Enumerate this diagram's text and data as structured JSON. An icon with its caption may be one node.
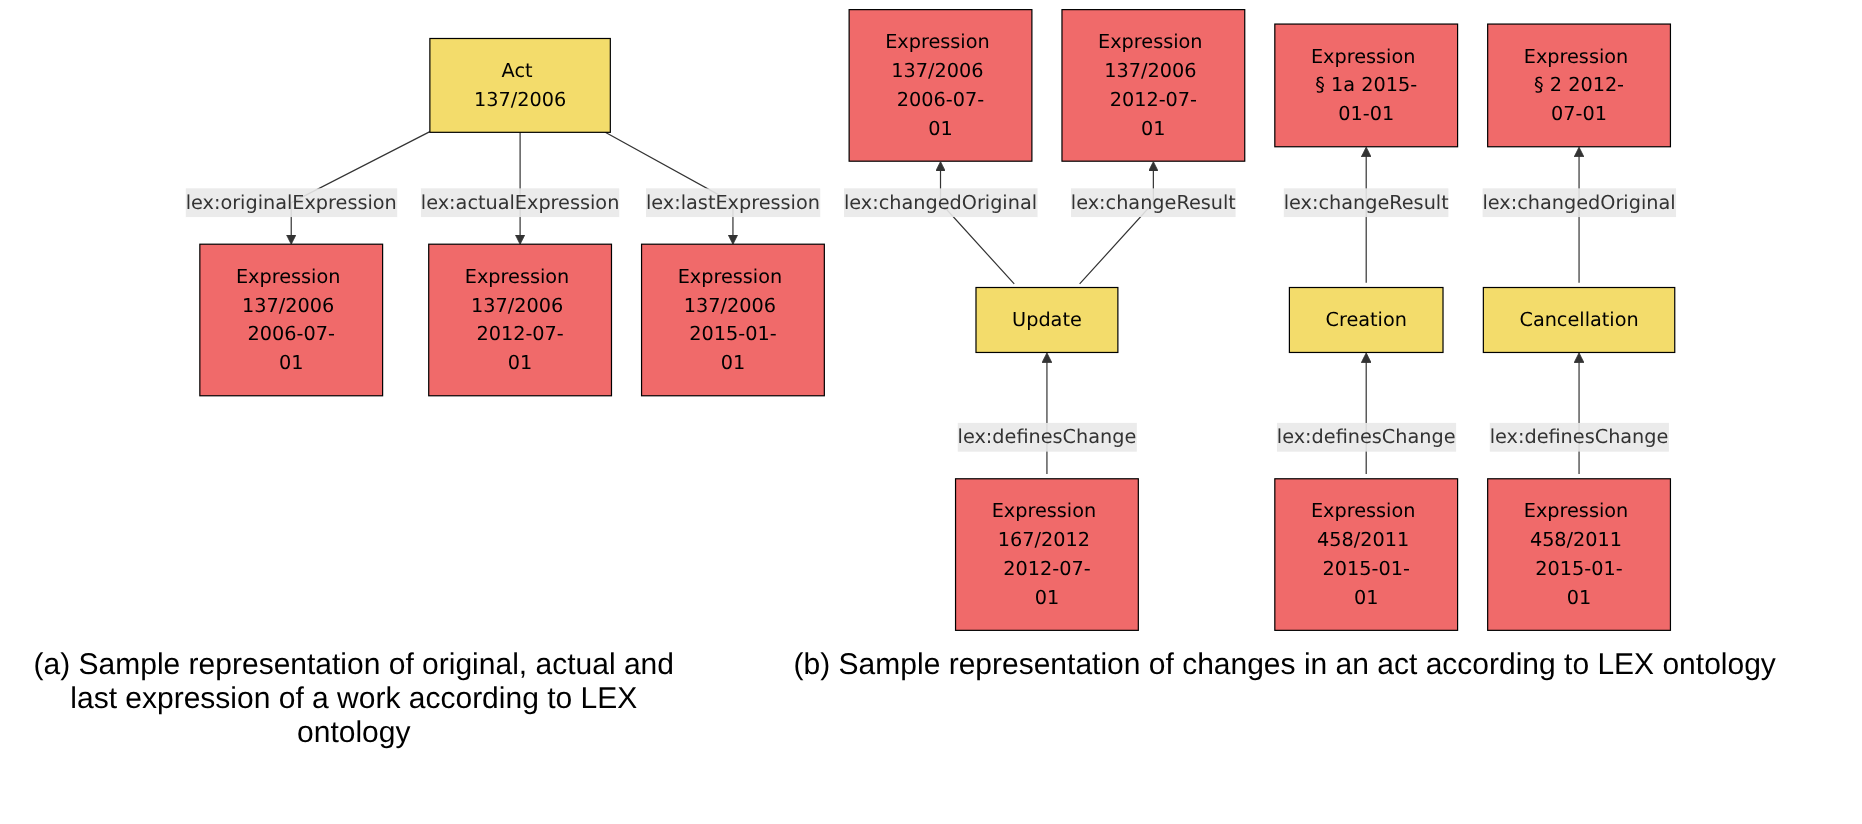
{
  "diagram": {
    "nodes": [
      {
        "text": [
          "Act 137/2006"
        ]
      },
      {
        "text": [
          "Expression 137/2006 2006-07-01"
        ]
      },
      {
        "text": [
          "Expression 137/2006 2012-07-01"
        ]
      },
      {
        "text": [
          "Expression 137/2006 2015-01-01"
        ]
      },
      {
        "text": [
          "Expression 137/2006 2006-07-01"
        ]
      },
      {
        "text": [
          "Expression 137/2006 2012-07-01"
        ]
      },
      {
        "text": [
          "Expression § 1a 2015-01-01"
        ]
      },
      {
        "text": [
          "Expression § 2 2012-07-01"
        ]
      },
      {
        "text": [
          "Update"
        ]
      },
      {
        "text": [
          "Creation"
        ]
      },
      {
        "text": [
          "Cancellation"
        ]
      },
      {
        "text": [
          "Expression 167/2012 2012-07-01"
        ]
      },
      {
        "text": [
          "Expression 458/2011 2015-01-01"
        ]
      },
      {
        "text": [
          "Expression 458/2011 2015-01-01"
        ]
      }
    ],
    "edges": [
      {
        "from": 0,
        "to": 1,
        "arrow": "to",
        "label": "lex:originalExpression"
      },
      {
        "from": 0,
        "to": 2,
        "arrow": "to",
        "label": "lex:actualExpression"
      },
      {
        "from": 0,
        "to": 3,
        "arrow": "to",
        "label": "lex:lastExpression"
      },
      {
        "from": 8,
        "to": 4,
        "arrow": "to",
        "label": "lex:changedOriginal"
      },
      {
        "from": 8,
        "to": 5,
        "arrow": "to",
        "label": "lex:changeResult"
      },
      {
        "from": 9,
        "to": 6,
        "arrow": "to",
        "label": "lex:changeResult"
      },
      {
        "from": 10,
        "to": 7,
        "arrow": "to",
        "label": "lex:changedOriginal"
      },
      {
        "from": 11,
        "to": 8,
        "arrow": "to",
        "label": "lex:definesChange"
      },
      {
        "from": 12,
        "to": 9,
        "arrow": "to",
        "label": "lex:definesChange"
      },
      {
        "from": 13,
        "to": 10,
        "arrow": "to",
        "label": "lex:definesChange"
      }
    ],
    "labels": [
      "(a) Sample representation of original, actual and last expression of a work according to LEX ontology",
      "(b) Sample representation of changes in an act according to LEX ontology"
    ]
  }
}
